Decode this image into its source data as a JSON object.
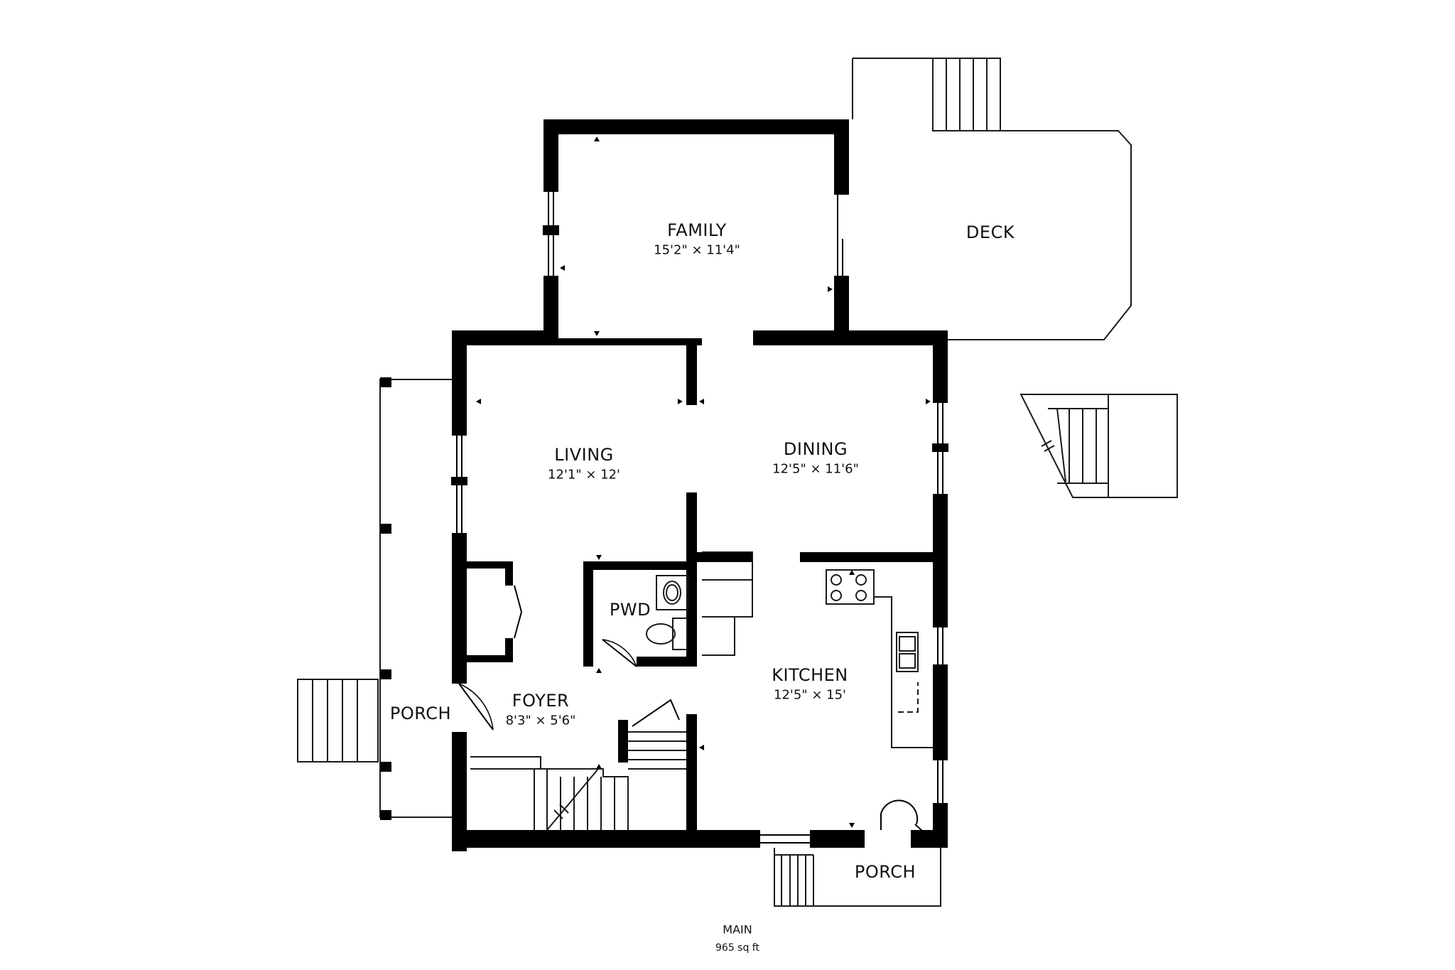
{
  "rooms": {
    "family": {
      "name": "FAMILY",
      "dims": "15'2\" × 11'4\""
    },
    "deck": {
      "name": "DECK"
    },
    "living": {
      "name": "LIVING",
      "dims": "12'1\" × 12'"
    },
    "dining": {
      "name": "DINING",
      "dims": "12'5\" × 11'6\""
    },
    "pwd": {
      "name": "PWD"
    },
    "kitchen": {
      "name": "KITCHEN",
      "dims": "12'5\" × 15'"
    },
    "foyer": {
      "name": "FOYER",
      "dims": "8'3\" × 5'6\""
    },
    "porch_west": {
      "name": "PORCH"
    },
    "porch_south": {
      "name": "PORCH"
    }
  },
  "floor": {
    "name": "MAIN",
    "area": "965 sq ft"
  },
  "colors": {
    "wall": "#000000",
    "line": "#1a1a1a",
    "background": "#ffffff"
  }
}
